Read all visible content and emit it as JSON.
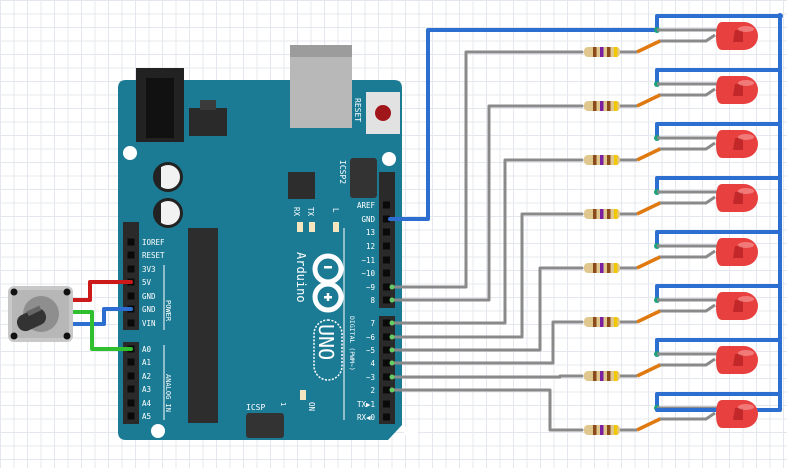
{
  "board": {
    "name": "Arduino",
    "model": "UNO",
    "reset_label": "RESET",
    "icsp2_label": "ICSP2",
    "icsp_label": "ICSP",
    "icsp_pin1": "1",
    "tx_label": "TX",
    "rx_label": "RX",
    "l_label": "L",
    "on_label": "ON",
    "digital_label": "DIGITAL (PWM~)",
    "power_label": "POWER",
    "analog_label": "ANALOG IN",
    "right_pins": [
      "AREF",
      "GND",
      "13",
      "12",
      "~11",
      "~10",
      "~9",
      "8",
      "7",
      "~6",
      "~5",
      "4",
      "~3",
      "2",
      "TX▶1",
      "RX◀0"
    ],
    "power_pins": [
      "IOREF",
      "RESET",
      "3V3",
      "5V",
      "GND",
      "GND",
      "VIN"
    ],
    "analog_pins": [
      "A0",
      "A1",
      "A2",
      "A3",
      "A4",
      "A5"
    ],
    "color": "#1b7b95"
  },
  "wire_colors": {
    "gnd": "#2d6fd0",
    "power": "#cc1a1a",
    "signal": "#2fbf2f",
    "led": "#8a8a8a"
  },
  "led_color": "#e8403f",
  "led_count": 8,
  "led_pins": [
    "~9",
    "8",
    "7",
    "~6",
    "~5",
    "4",
    "~3",
    "2"
  ]
}
